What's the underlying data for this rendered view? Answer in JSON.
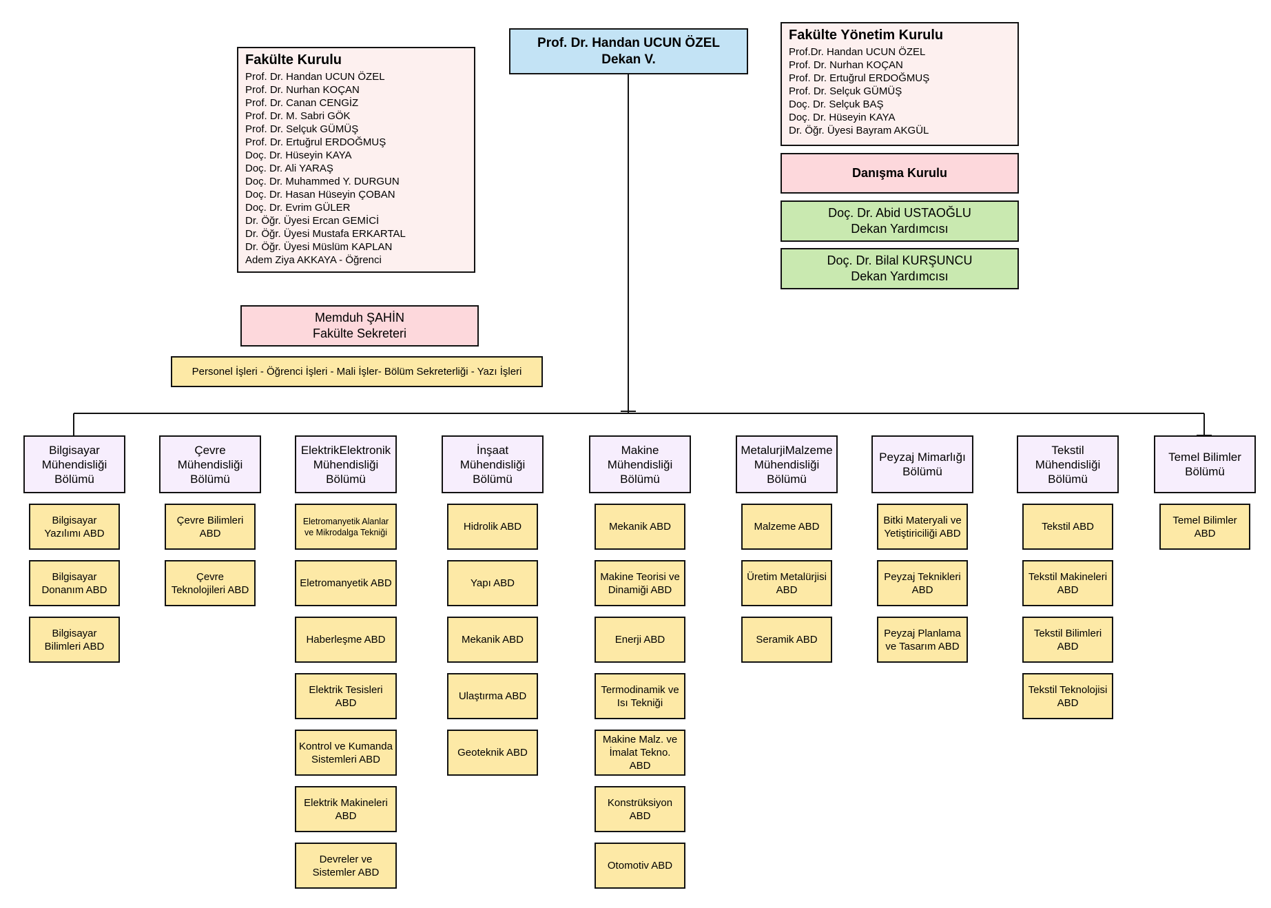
{
  "dean": {
    "name": "Prof. Dr. Handan UCUN ÖZEL",
    "title": "Dekan V."
  },
  "faculty_council": {
    "title": "Fakülte Kurulu",
    "members": [
      "Prof. Dr. Handan UCUN ÖZEL",
      "Prof. Dr. Nurhan KOÇAN",
      "Prof. Dr. Canan CENGİZ",
      "Prof. Dr. M. Sabri GÖK",
      "Prof. Dr. Selçuk GÜMÜŞ",
      "Prof. Dr. Ertuğrul ERDOĞMUŞ",
      "Doç. Dr. Hüseyin KAYA",
      "Doç. Dr. Ali YARAŞ",
      "Doç. Dr. Muhammed Y. DURGUN",
      "Doç. Dr. Hasan Hüseyin ÇOBAN",
      "Doç. Dr. Evrim GÜLER",
      "Dr. Öğr. Üyesi Ercan GEMİCİ",
      "Dr. Öğr. Üyesi Mustafa ERKARTAL",
      "Dr. Öğr. Üyesi Müslüm KAPLAN",
      "Adem Ziya AKKAYA - Öğrenci"
    ]
  },
  "management_board": {
    "title": "Fakülte Yönetim Kurulu",
    "members": [
      "Prof.Dr. Handan UCUN ÖZEL",
      "Prof. Dr. Nurhan KOÇAN",
      "Prof. Dr. Ertuğrul ERDOĞMUŞ",
      "Prof. Dr. Selçuk GÜMÜŞ",
      "Doç. Dr. Selçuk BAŞ",
      "Doç. Dr. Hüseyin KAYA",
      "Dr. Öğr. Üyesi Bayram AKGÜL"
    ]
  },
  "advisory_board": {
    "title": "Danışma Kurulu"
  },
  "vice_deans": [
    {
      "name": "Doç. Dr. Abid USTAOĞLU",
      "title": "Dekan Yardımcısı"
    },
    {
      "name": "Doç. Dr. Bilal KURŞUNCU",
      "title": "Dekan Yardımcısı"
    }
  ],
  "secretary": {
    "name": "Memduh ŞAHİN",
    "title": "Fakülte Sekreteri"
  },
  "secretariat_units": "Personel İşleri - Öğrenci İşleri - Mali İşler- Bölüm Sekreterliği - Yazı İşleri",
  "departments": [
    {
      "name": "Bilgisayar Mühendisliği Bölümü",
      "abds": [
        "Bilgisayar Yazılımı ABD",
        "Bilgisayar Donanım ABD",
        "Bilgisayar Bilimleri ABD"
      ]
    },
    {
      "name": "Çevre Mühendisliği Bölümü",
      "abds": [
        "Çevre Bilimleri ABD",
        "Çevre Teknolojileri ABD"
      ]
    },
    {
      "name": "ElektrikElektronik Mühendisliği Bölümü",
      "abds": [
        "Eletromanyetik Alanlar ve Mikrodalga Tekniği",
        "Eletromanyetik ABD",
        "Haberleşme ABD",
        "Elektrik Tesisleri ABD",
        "Kontrol ve Kumanda Sistemleri ABD",
        "Elektrik Makineleri ABD",
        "Devreler ve Sistemler ABD"
      ]
    },
    {
      "name": "İnşaat Mühendisliği Bölümü",
      "abds": [
        "Hidrolik ABD",
        "Yapı ABD",
        "Mekanik ABD",
        "Ulaştırma ABD",
        "Geoteknik ABD"
      ]
    },
    {
      "name": "Makine Mühendisliği Bölümü",
      "abds": [
        "Mekanik ABD",
        "Makine Teorisi ve Dinamiği ABD",
        "Enerji ABD",
        "Termodinamik ve Isı Tekniği",
        "Makine Malz. ve İmalat Tekno. ABD",
        "Konstrüksiyon ABD",
        "Otomotiv ABD"
      ]
    },
    {
      "name": "MetalurjiMalzeme Mühendisliği Bölümü",
      "abds": [
        "Malzeme ABD",
        "Üretim Metalürjisi ABD",
        "Seramik ABD"
      ]
    },
    {
      "name": "Peyzaj Mimarlığı Bölümü",
      "abds": [
        "Bitki Materyali ve Yetiştiriciliği ABD",
        "Peyzaj Teknikleri ABD",
        "Peyzaj Planlama ve Tasarım ABD"
      ]
    },
    {
      "name": "Tekstil Mühendisliği Bölümü",
      "abds": [
        "Tekstil ABD",
        "Tekstil Makineleri ABD",
        "Tekstil Bilimleri ABD",
        "Tekstil Teknolojisi ABD"
      ]
    },
    {
      "name": "Temel Bilimler Bölümü",
      "abds": [
        "Temel Bilimler ABD"
      ]
    }
  ]
}
